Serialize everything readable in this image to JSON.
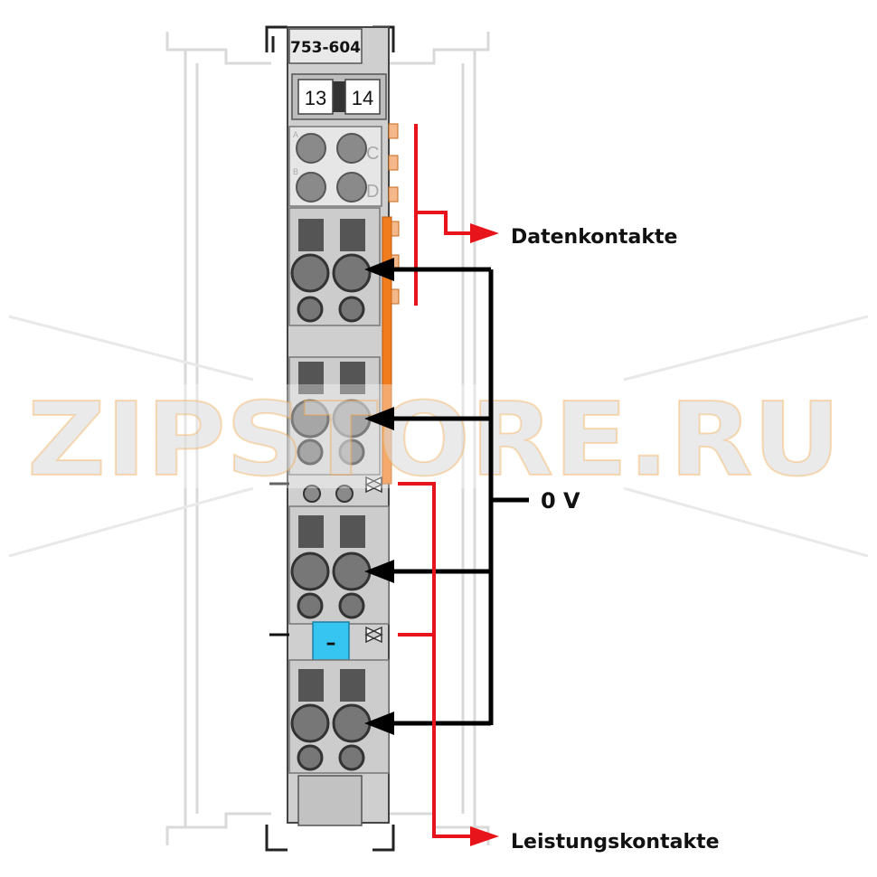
{
  "module": {
    "part_number": "753-604",
    "marker_left": "13",
    "marker_right": "14",
    "led_letters": [
      "A",
      "B",
      "C",
      "D"
    ],
    "minus_symbol": "–"
  },
  "callouts": {
    "data_contacts": "Datenkontakte",
    "zero_volt": "0 V",
    "power_contacts": "Leistungskontakte"
  },
  "watermark": {
    "text": "ZIPSTORE.RU"
  },
  "colors": {
    "housing": "#cfcfcf",
    "housing_dark": "#bdbdbd",
    "contact": "#8a8a8a",
    "data_contact_orange": "#f07c1e",
    "power_line_red": "#e8141b",
    "ground_line_black": "#000000",
    "minus_block_blue": "#36c5f0",
    "watermark_orange": "#f7a23a"
  }
}
